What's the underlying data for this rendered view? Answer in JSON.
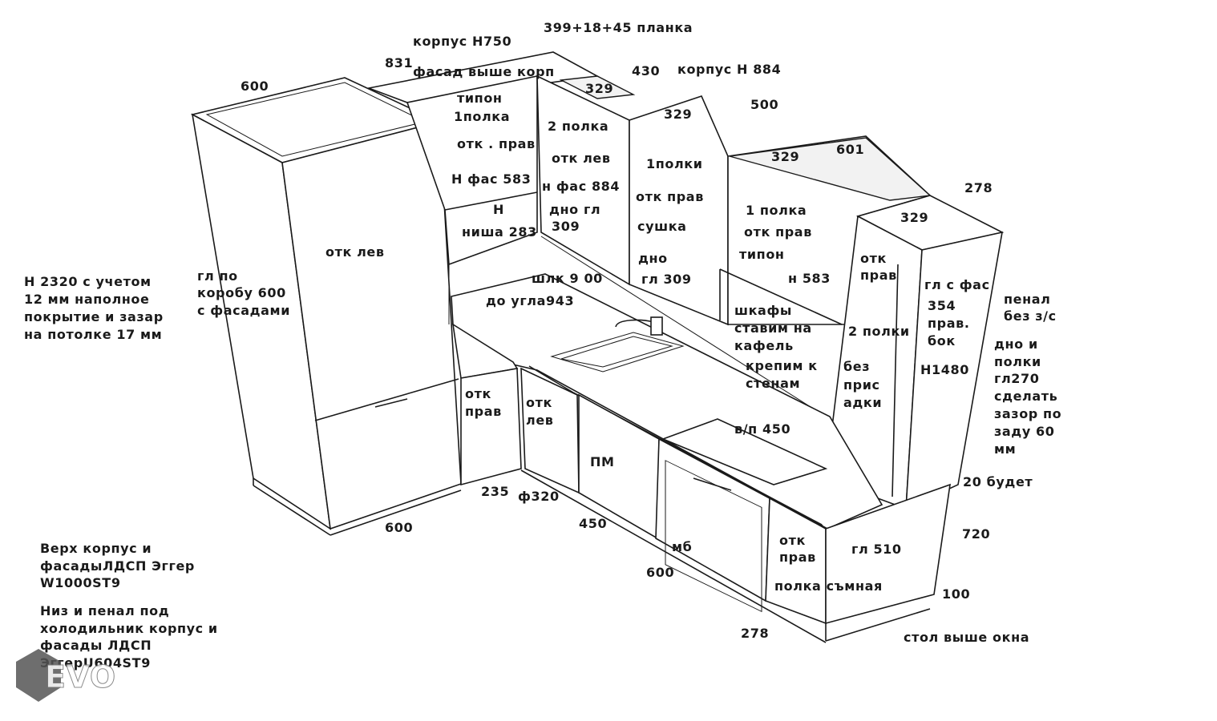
{
  "labels": {
    "korpus_h750": "корпус Н750",
    "planka": "399+18+45 планка",
    "n831": "831",
    "fasad_vyshe": "фасад выше корп",
    "n430": "430",
    "korpus_h884": "корпус Н  884",
    "n600_top": "600",
    "n329_a": "329",
    "tipon_a": "типон",
    "polka1_a": "1полка",
    "n329_b": "329",
    "n500": "500",
    "polka2_a": "2 полка",
    "otk_prav_a": "отк . прав",
    "otk_lev_a": "отк лев",
    "n329_c": "329",
    "n601": "601",
    "polki1_b": "1полки",
    "h_fas_583": "Н фас 583",
    "h_fas_884": "н фас 884",
    "n278_top": "278",
    "otk_prav_b": "отк прав",
    "n329_d": "329",
    "h_label": "Н",
    "dno_gl": "дно гл",
    "polka1_c": "1 полка",
    "nisha_283": "ниша 283",
    "n309": "309",
    "sushka": "сушка",
    "otk_prav_c": "отк прав",
    "otk_lev_b": "отк лев",
    "tipon_b": "типон",
    "otk": "отк",
    "dno": "дно",
    "prav": "прав",
    "h2320_1": "Н 2320 с учетом",
    "h2320_2": "12 мм наполное",
    "h2320_3": "покрытие и зазар",
    "h2320_4": "на потолке 17 мм",
    "gl_po_1": "гл по",
    "gl_po_2": "коробу 600",
    "gl_po_3": "с фасадами",
    "shlk_900": "шлк 9 00",
    "gl_309": "гл 309",
    "h583": "н 583",
    "gl_s_fas": "гл с фас",
    "penal_1": "пенал",
    "penal_2": "без з/с",
    "do_ugla": "до угла943",
    "n354": "354",
    "prav_bok_1": "прав.",
    "prav_bok_2": "бок",
    "shkafy_1": "шкафы",
    "shkafy_2": "ставим на",
    "shkafy_3": "кафель",
    "polki2": "2 полки",
    "dno_polki_1": "дно и",
    "dno_polki_2": "полки",
    "dno_polki_3": "гл270",
    "dno_polki_4": "сделать",
    "dno_polki_5": "зазор по",
    "dno_polki_6": "заду 60",
    "dno_polki_7": "мм",
    "krepim_1": "крепим к",
    "krepim_2": "стенам",
    "bez_1": "без",
    "bez_2": "прис",
    "bez_3": "адки",
    "h1480": "Н1480",
    "otk_prav_d1": "отк",
    "otk_prav_d2": "прав",
    "otk_lev_c1": "отк",
    "otk_lev_c2": "лев",
    "vp450": "в/п 450",
    "pm": "ПМ",
    "n20_budet": "20 будет",
    "n235": "235",
    "f320": "ф320",
    "n600_bottom": "600",
    "n450": "450",
    "n720": "720",
    "mb": "мб",
    "otk_prav_e1": "отк",
    "otk_prav_e2": "прав",
    "gl510": "гл 510",
    "n600_mid": "600",
    "polka_semnaya": "полка съмная",
    "n100": "100",
    "n278_bottom": "278",
    "stol_vyshe": "стол выше окна",
    "note1_1": "Верх корпус и",
    "note1_2": "фасадыЛДСП Эггер",
    "note1_3": "W1000ST9",
    "note2_1": "Низ и пенал под",
    "note2_2": "холодильник корпус и",
    "note2_3": "фасады ЛДСП",
    "note2_4": "ЭггерU604ST9"
  },
  "logo": {
    "text": "EVO"
  }
}
